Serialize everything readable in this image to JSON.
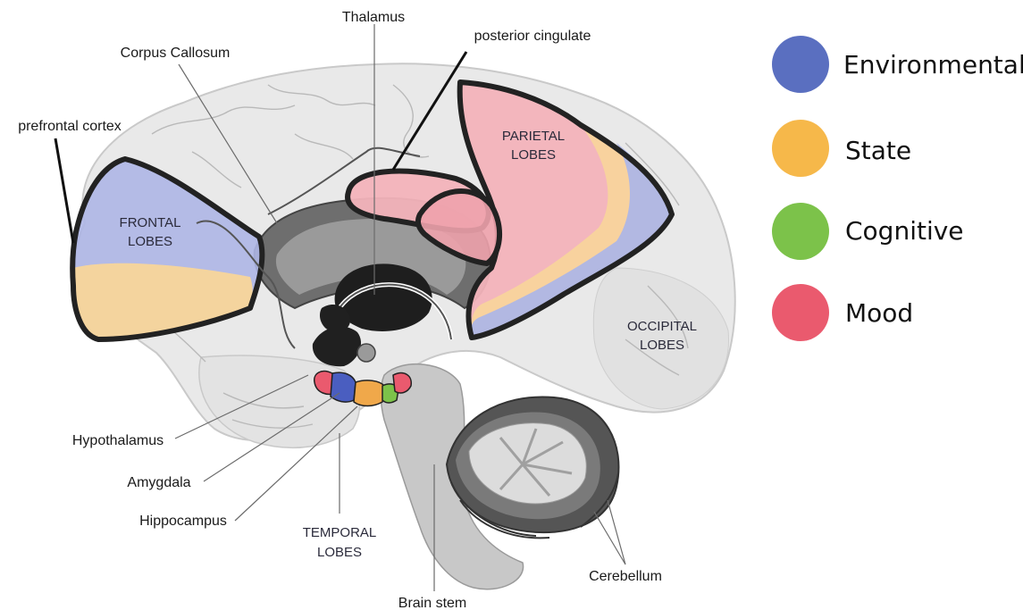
{
  "labels": {
    "thalamus": "Thalamus",
    "posterior_cingulate": "posterior cingulate",
    "corpus_callosum": "Corpus Callosum",
    "prefrontal_cortex": "prefrontal cortex",
    "frontal_lobes_1": "FRONTAL",
    "frontal_lobes_2": "LOBES",
    "parietal_lobes_1": "PARIETAL",
    "parietal_lobes_2": "LOBES",
    "occipital_lobes_1": "OCCIPITAL",
    "occipital_lobes_2": "LOBES",
    "temporal_lobes_1": "TEMPORAL",
    "temporal_lobes_2": "LOBES",
    "hypothalamus": "Hypothalamus",
    "amygdala": "Amygdala",
    "hippocampus": "Hippocampus",
    "brain_stem": "Brain stem",
    "cerebellum": "Cerebellum"
  },
  "legend": [
    {
      "label": "Environmental",
      "color": "#5a6fc0"
    },
    {
      "label": "State",
      "color": "#f6b84a"
    },
    {
      "label": "Cognitive",
      "color": "#7cc24a"
    },
    {
      "label": "Mood",
      "color": "#ea5a6e"
    }
  ],
  "colors": {
    "brain": "#e8e8e8",
    "environmental": "#8f9fd8",
    "state": "#f8d59a",
    "mood": "#f0a3ad",
    "outline": "#222222"
  }
}
